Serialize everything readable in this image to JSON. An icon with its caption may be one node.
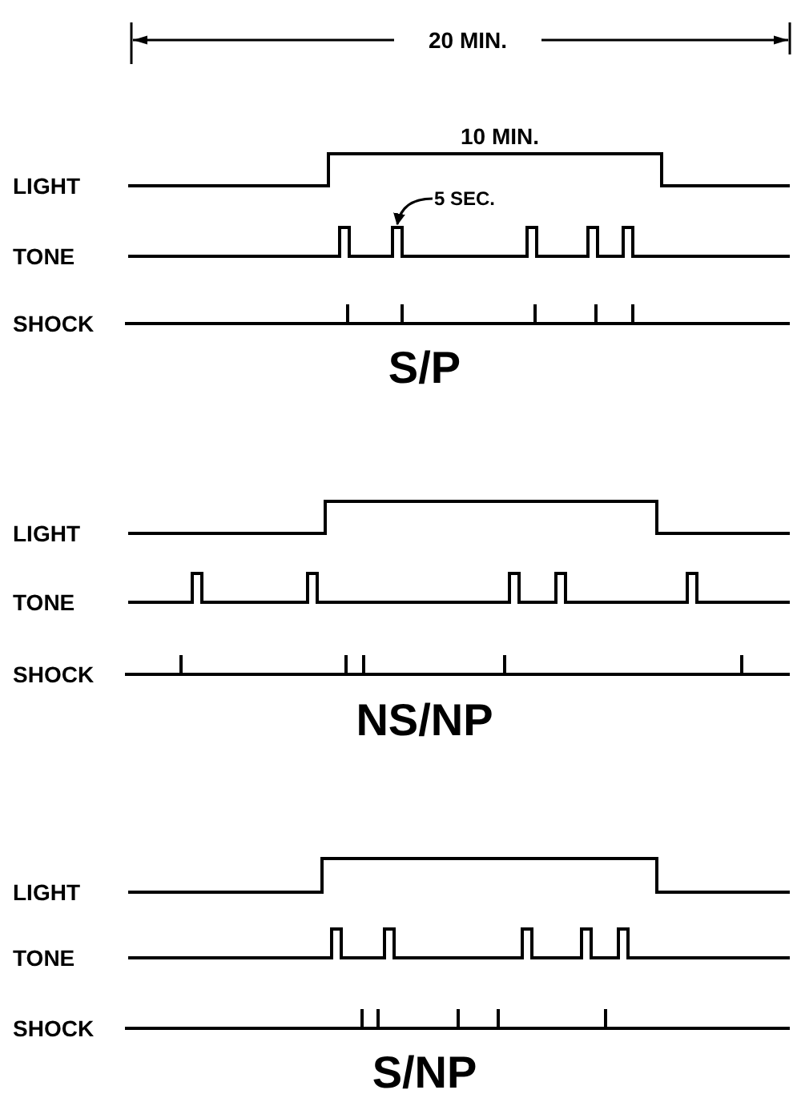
{
  "diagram": {
    "nodes": [
      {
        "text": [
          "5 SEC."
        ]
      },
      {
        "text": [],
        "shape": "bar"
      }
    ],
    "edges": [
      {
        "from": 0,
        "to": 1,
        "arrow": "to"
      }
    ],
    "labels": [
      "20 MIN.",
      "10 MIN.",
      "LIGHT",
      "TONE",
      "SHOCK",
      "S/P",
      "LIGHT",
      "TONE",
      "SHOCK",
      "NS/NP",
      "LIGHT",
      "TONE",
      "SHOCK",
      "S/NP"
    ]
  }
}
